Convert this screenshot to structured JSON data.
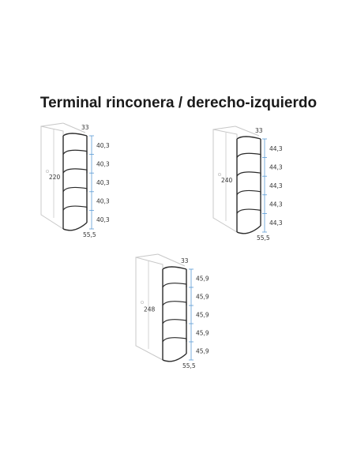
{
  "title": "Terminal rinconera / derecho-izquierdo",
  "units": [
    {
      "height_label": "220",
      "top_label": "33",
      "depth_label": "55,5",
      "shelf_labels": [
        "40,3",
        "40,3",
        "40,3",
        "40,3",
        "40,3"
      ]
    },
    {
      "height_label": "240",
      "top_label": "33",
      "depth_label": "55,5",
      "shelf_labels": [
        "44,3",
        "44,3",
        "44,3",
        "44,3",
        "44,3"
      ]
    },
    {
      "height_label": "248",
      "top_label": "33",
      "depth_label": "55,5",
      "shelf_labels": [
        "45,9",
        "45,9",
        "45,9",
        "45,9",
        "45,9"
      ]
    }
  ],
  "colors": {
    "outline": "#2b2b2b",
    "ghost": "#c8c8c8",
    "dimension": "#5b9bd5"
  }
}
